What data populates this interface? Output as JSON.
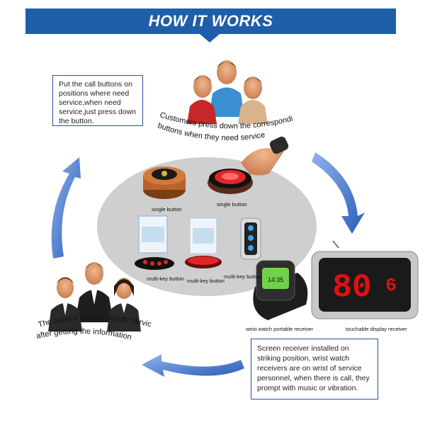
{
  "header": {
    "title": "HOW IT WORKS"
  },
  "steps": {
    "place_note": "Put the call buttons on positions where need service,when need service,just press down the button.",
    "customers_caption": "Customers press down the corresponding buttons when they need service",
    "service_caption": "The service people supply service after getting the information",
    "receiver_note": "Screen receiver installed on striking position, wrist watch receivers are on wrist of service personnel, when there is call, they prompt with music or vibration."
  },
  "products": {
    "single_button_1": "single button",
    "single_button_2": "single button",
    "multi_key_1": "multi-key button",
    "multi_key_2": "multi-key button",
    "multi_key_3": "multi-key button",
    "watch_receiver": "wrist watch portable receiver",
    "display_receiver": "touchable display receiver",
    "watch_time": "14:35",
    "display_number": "80",
    "display_small_digit": "6"
  },
  "colors": {
    "banner": "#1f5ea8",
    "arrow": "#3a6fc4",
    "display_digits": "#e01010"
  }
}
